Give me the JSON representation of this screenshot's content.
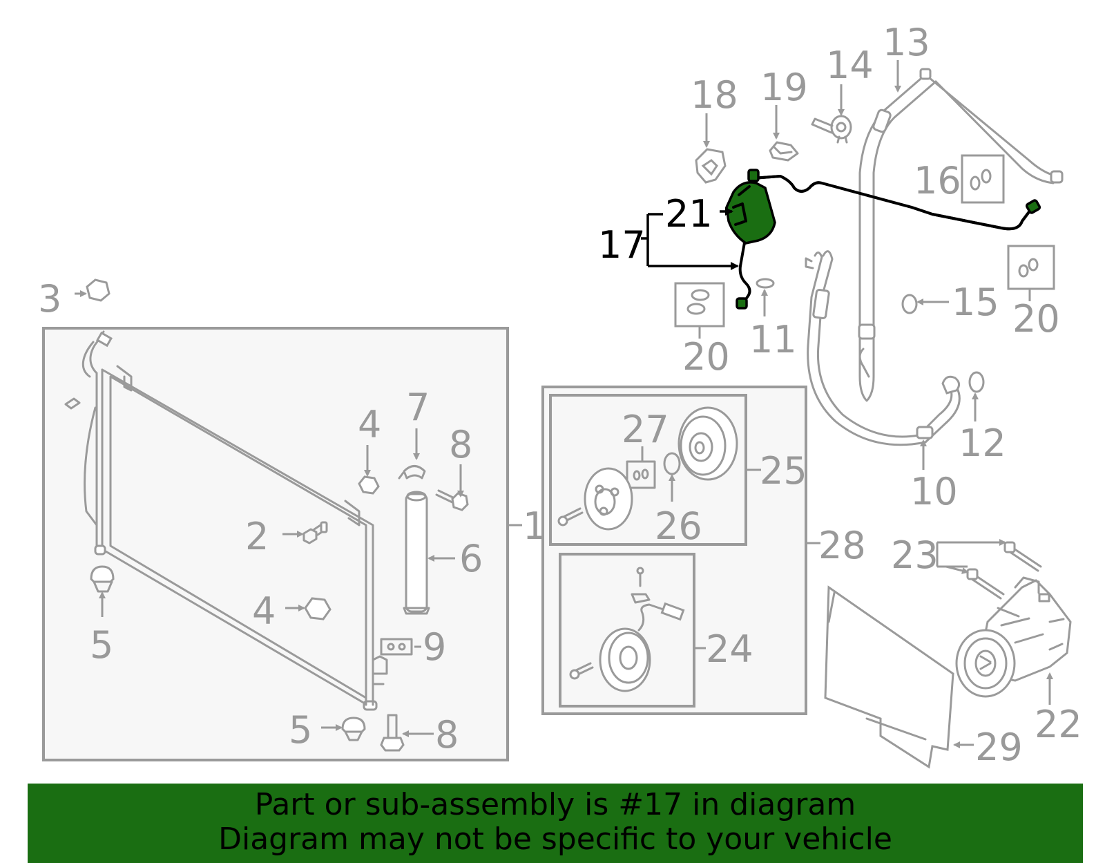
{
  "colors": {
    "banner_background": "#1a6e12",
    "highlight_part": "#1a6e12",
    "part_outline": "#9a9a9a",
    "box_fill": "#f7f7f7",
    "highlight_label": "#000000"
  },
  "highlighted_part": "17",
  "labels": {
    "p1": "1",
    "p2": "2",
    "p3": "3",
    "p4a": "4",
    "p4b": "4",
    "p5a": "5",
    "p5b": "5",
    "p6": "6",
    "p7": "7",
    "p8a": "8",
    "p8b": "8",
    "p9": "9",
    "p10": "10",
    "p11": "11",
    "p12": "12",
    "p13": "13",
    "p14": "14",
    "p15": "15",
    "p16": "16",
    "p17": "17",
    "p18": "18",
    "p19": "19",
    "p20a": "20",
    "p20b": "20",
    "p21": "21",
    "p22": "22",
    "p23": "23",
    "p24": "24",
    "p25": "25",
    "p26": "26",
    "p27": "27",
    "p28": "28",
    "p29": "29"
  },
  "banner": {
    "line1": "Part or sub-assembly is #17 in diagram",
    "line2": "Diagram may not be specific to your vehicle"
  }
}
